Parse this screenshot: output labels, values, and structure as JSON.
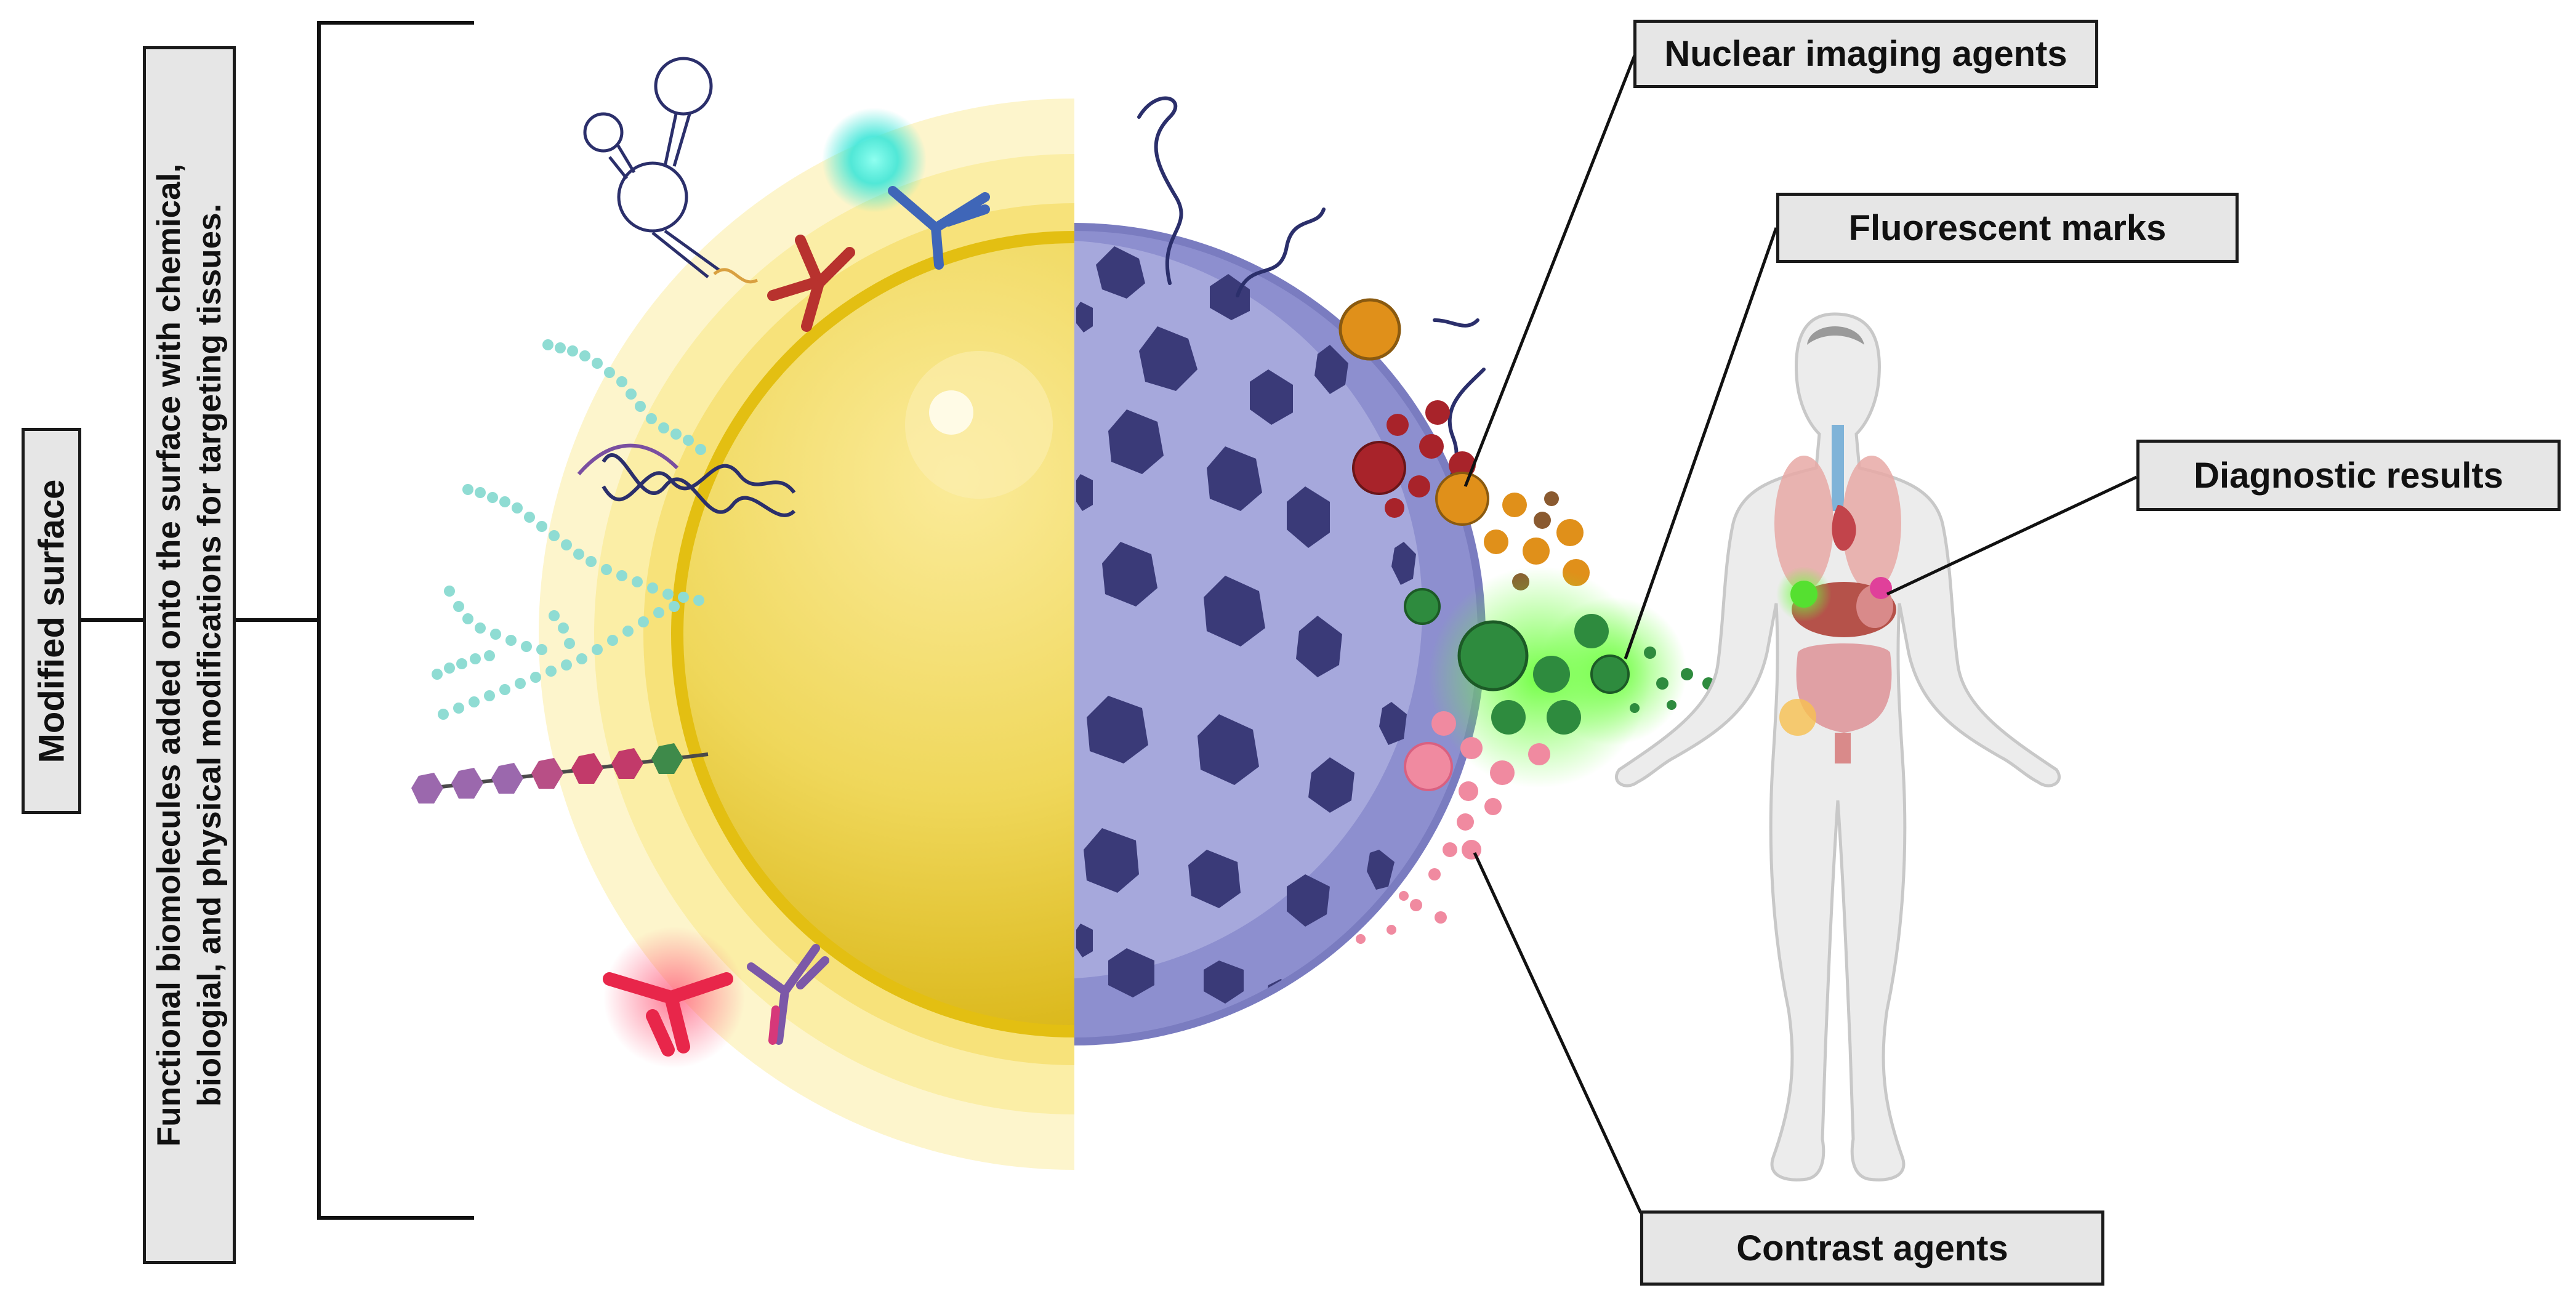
{
  "labels": {
    "modified_surface": "Modified surface",
    "functional_line1": "Functional biomolecules added onto the surface with chemical,",
    "functional_line2": "biologial, and physical modifications for targeting tissues.",
    "nuclear_imaging": "Nuclear imaging agents",
    "fluorescent_marks": "Fluorescent marks",
    "diagnostic_results": "Diagnostic results",
    "contrast_agents": "Contrast agents"
  },
  "colors": {
    "gold_core": "#e8c620",
    "gold_halo": "#fbeea0",
    "porous_shell": "#8d8fcf",
    "pore": "#3a3a78",
    "nuclear_red": "#a8232a",
    "nuclear_orange": "#e0901a",
    "fluorescent_green": "#2e8b3e",
    "fluorescent_glow": "#4dff3a",
    "contrast_pink": "#f08aa0",
    "label_fill": "#e6e6e6"
  },
  "icons": [
    "aptamer-icon",
    "antibody-icon",
    "glowing-antibody-icon",
    "dendrimer-icon",
    "peptide-chain-icon",
    "dna-strand-icon",
    "polymer-chain-icon",
    "human-body-icon"
  ]
}
